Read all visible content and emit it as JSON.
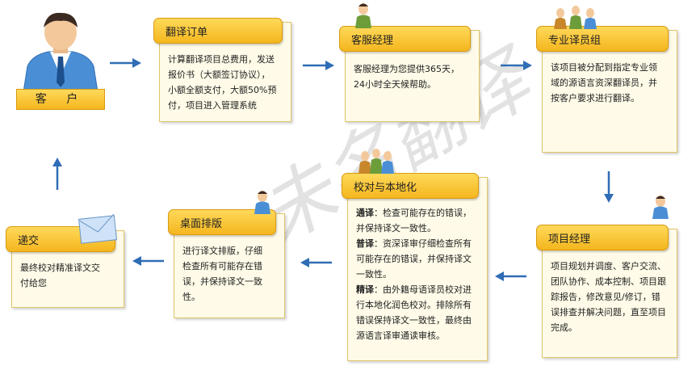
{
  "customer": {
    "label": "客 户"
  },
  "order": {
    "title": "翻译订单",
    "lines": [
      "计算翻译项目总费用，发送",
      "报价书（大额签订协议），",
      "小额全额支付，大额50%预",
      "付，项目进入管理系统"
    ]
  },
  "service": {
    "title": "客服经理",
    "lines": [
      "客服经理为您提供365天，",
      "24小时全天候帮助。"
    ]
  },
  "team": {
    "title": "专业译员组",
    "lines": [
      "该项目被分配到指定专业领",
      "域的源语言资深翻译员，并",
      "按客户要求进行翻译。"
    ]
  },
  "pm": {
    "title": "项目经理",
    "lines": [
      "项目规划并调度、客户交流、",
      "团队协作、成本控制、项目跟",
      "踪报告，修改意见/修订，错",
      "误排查并解决问题，直至项目",
      "完成。"
    ]
  },
  "proof": {
    "title": "校对与本地化",
    "p1_label": "通译",
    "p1_lines": [
      "：检查可能存在的错误，",
      "并保持译文一致性。"
    ],
    "p2_label": "普译",
    "p2_lines": [
      "：资深译审仔细检查所有",
      "可能存在的错误，并保持译文",
      "一致性。"
    ],
    "p3_label": "精译",
    "p3_lines": [
      "：由外籍母语译员校对进",
      "行本地化润色校对。排除所有",
      "错误保持译文一致性，最终由",
      "源语言译审通读审核。"
    ]
  },
  "dtp": {
    "title": "桌面排版",
    "lines": [
      "进行译文排版，仔细",
      "检查所有可能存在错",
      "误，并保持译文一致",
      "性。"
    ]
  },
  "delivery": {
    "title": "递交",
    "lines": [
      "最终校对精准译文交",
      "付给您"
    ]
  },
  "watermark": "未名翻译",
  "colors": {
    "arrow": "#2f6db5",
    "header": "#f4b61e",
    "card": "#fffbe8"
  }
}
